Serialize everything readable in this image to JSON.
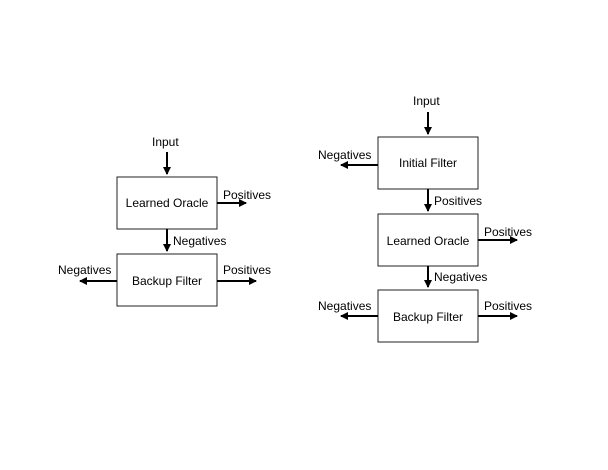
{
  "left_diagram": {
    "input_label": "Input",
    "learned_oracle": {
      "label": "Learned Oracle",
      "positives_label": "Positives",
      "negatives_label": "Negatives"
    },
    "backup_filter": {
      "label": "Backup Filter",
      "positives_label": "Positives",
      "negatives_label": "Negatives"
    }
  },
  "right_diagram": {
    "input_label": "Input",
    "initial_filter": {
      "label": "Initial Filter",
      "positives_label": "Positives",
      "negatives_label": "Negatives"
    },
    "learned_oracle": {
      "label": "Learned Oracle",
      "positives_label": "Positives",
      "negatives_label": "Negatives"
    },
    "backup_filter": {
      "label": "Backup Filter",
      "positives_label": "Positives",
      "negatives_label": "Negatives"
    }
  },
  "colors": {
    "stroke": "#222222",
    "arrow": "#000000",
    "background": "#ffffff"
  }
}
